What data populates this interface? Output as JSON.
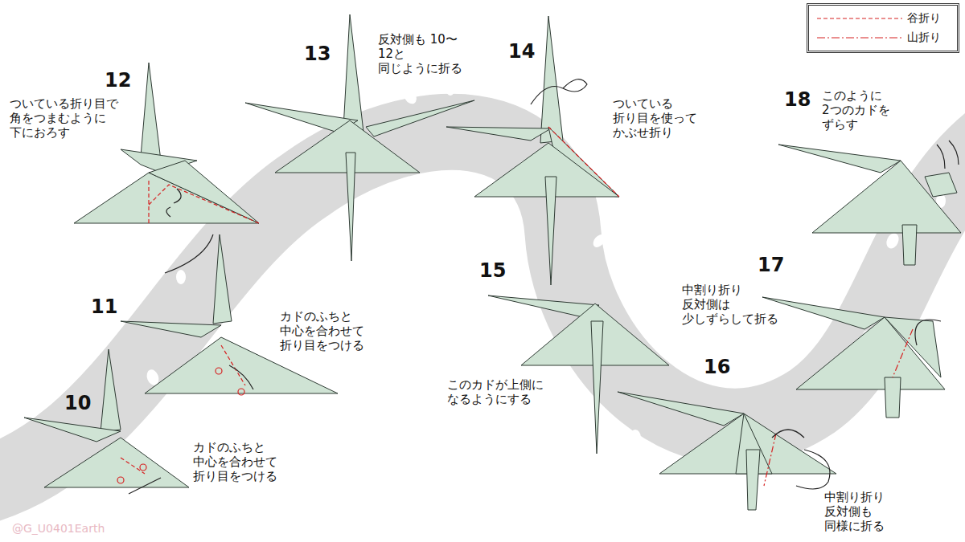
{
  "diagram": {
    "labels": [
      "12",
      "ついている折り目で 角をつまむように 下におろす",
      "13",
      "反対側も 10〜12と 同じように折る",
      "14",
      "ついている 折り目を使って かぶせ折り",
      "18",
      "このように 2つのカドを ずらす",
      "11",
      "カドのふちと 中心を合わせて 折り目をつける",
      "15",
      "17",
      "中割り折り 反対側は 少しずらして折る",
      "このカドが上側に なるようにする",
      "10",
      "カドのふちと 中心を合わせて 折り目をつける",
      "16",
      "中割り折り 反対側も 同様に折る",
      "@G_U0401Earth"
    ],
    "legend": [
      {
        "text": "谷折り"
      },
      {
        "text": "山折り"
      }
    ]
  }
}
